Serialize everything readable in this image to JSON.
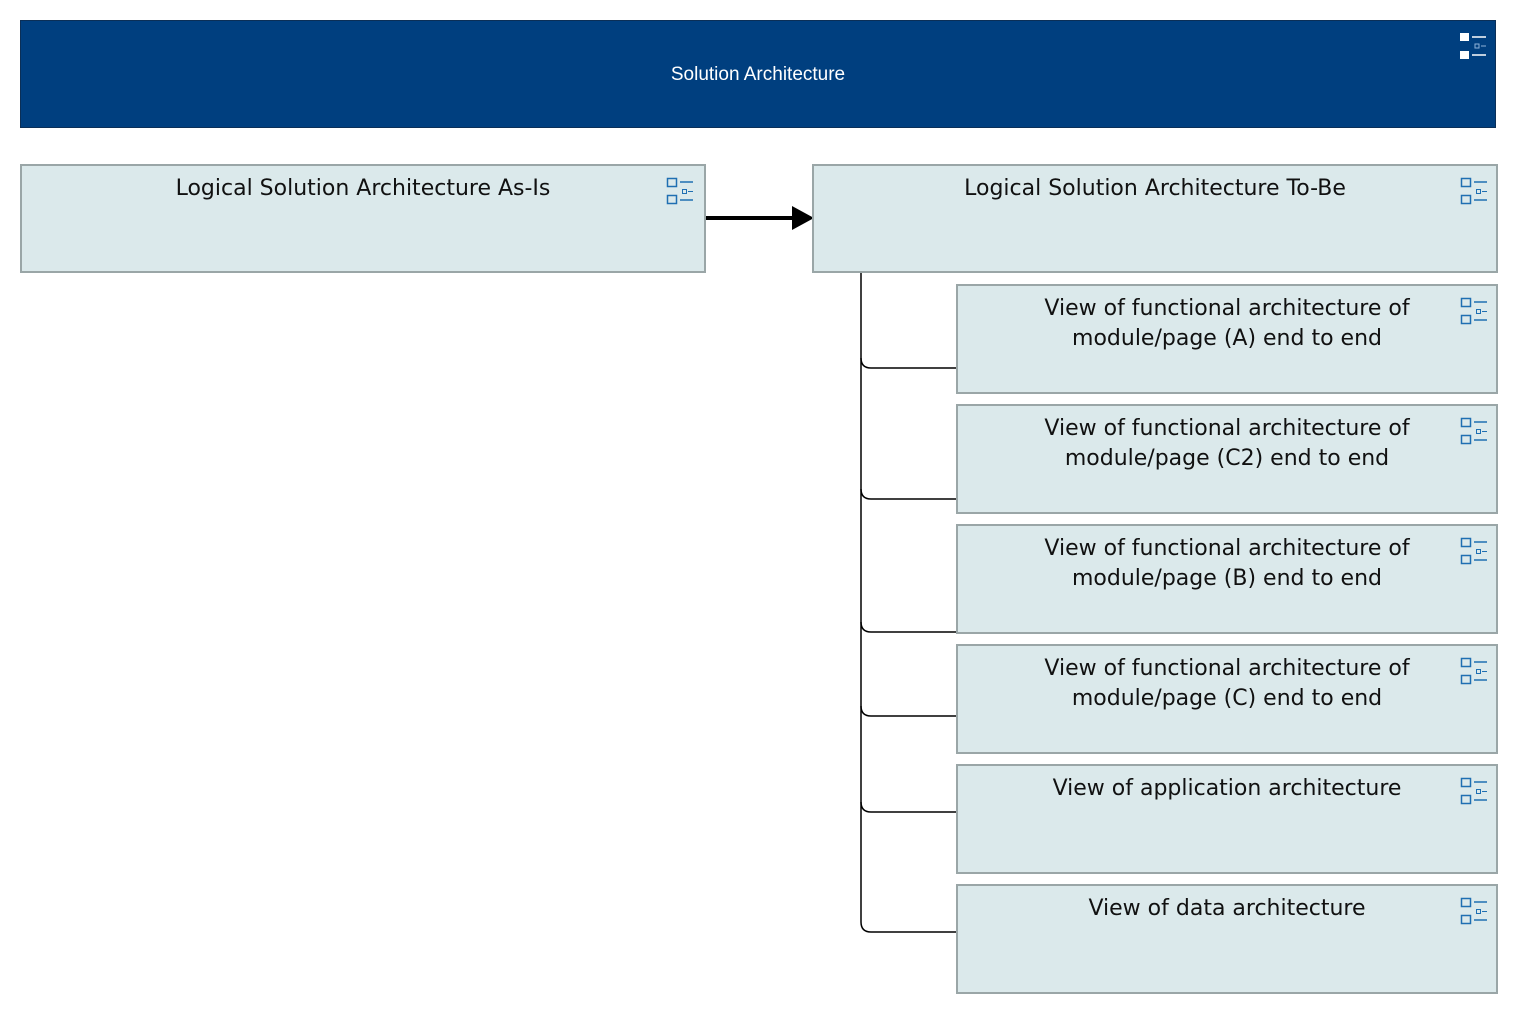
{
  "header": {
    "title": "Solution Architecture",
    "icon": "structure-icon"
  },
  "as_is": {
    "title": "Logical Solution Architecture As-Is",
    "icon": "structure-icon"
  },
  "to_be": {
    "title": "Logical Solution Architecture To-Be",
    "icon": "structure-icon",
    "children": [
      {
        "line1": "View of functional architecture of",
        "line2": "module/page (A)  end to end"
      },
      {
        "line1": "View of functional architecture of",
        "line2": "module/page (C2)  end to end"
      },
      {
        "line1": "View of functional architecture of",
        "line2": "module/page (B)  end to end"
      },
      {
        "line1": "View of functional architecture of",
        "line2": "module/page (C)  end to end"
      },
      {
        "line1": "View of application architecture",
        "line2": ""
      },
      {
        "line1": "View of data architecture",
        "line2": ""
      }
    ]
  },
  "colors": {
    "header_bg": "#003f7f",
    "box_bg": "#dbe9eb",
    "box_border": "#9aa6a7",
    "icon": "#1f6fb2"
  }
}
